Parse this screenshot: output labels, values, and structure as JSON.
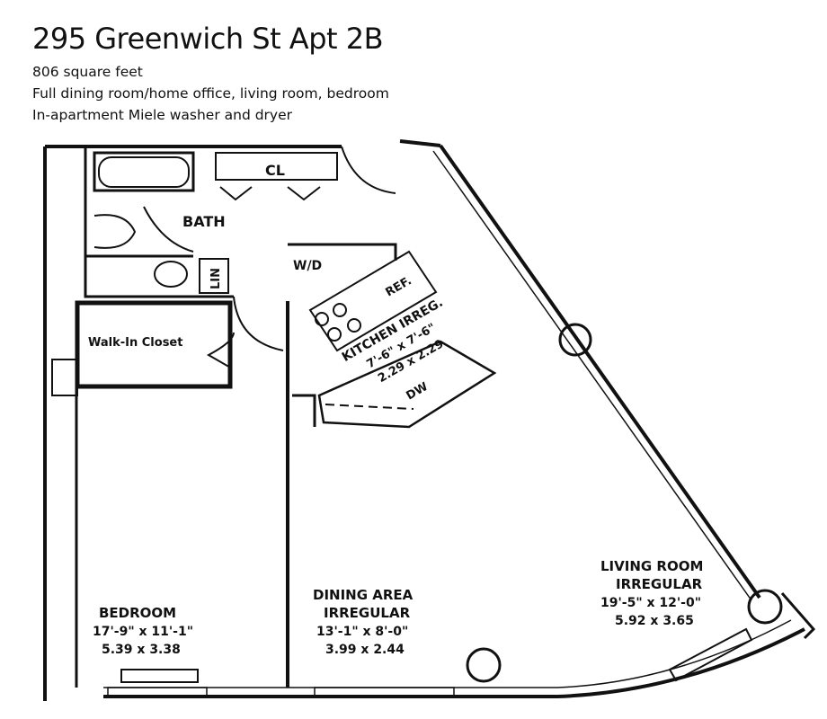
{
  "header": {
    "title": "295 Greenwich St Apt 2B",
    "lines": [
      "806 square feet",
      "Full dining room/home office, living room, bedroom",
      "In-apartment Miele washer and dryer"
    ]
  },
  "rooms": {
    "bath": "BATH",
    "closet": "CL",
    "linen": "LIN",
    "wd": "W/D",
    "walkin": "Walk-In Closet",
    "ref": "REF.",
    "dw": "DW",
    "kitchen": {
      "name": "KITCHEN IRREG.",
      "imperial": "7'-6\" x 7'-6\"",
      "metric": "2.29 x 2.29"
    },
    "bedroom": {
      "name": "BEDROOM",
      "imperial": "17'-9\" x 11'-1\"",
      "metric": "5.39 x 3.38"
    },
    "dining": {
      "name1": "DINING AREA",
      "name2": "IRREGULAR",
      "imperial": "13'-1\" x 8'-0\"",
      "metric": "3.99 x 2.44"
    },
    "living": {
      "name1": "LIVING ROOM",
      "name2": "IRREGULAR",
      "imperial": "19'-5\" x 12'-0\"",
      "metric": "5.92 x 3.65"
    }
  }
}
